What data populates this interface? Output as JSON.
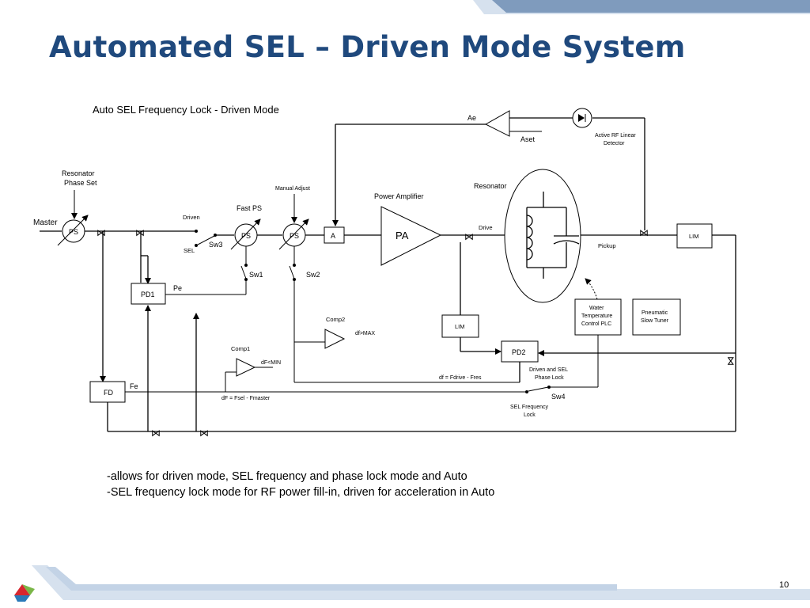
{
  "slide": {
    "title": "Automated SEL – Driven Mode System",
    "page_number": "10",
    "bullets": [
      "-allows for driven mode, SEL frequency and phase lock mode and Auto",
      "-SEL frequency lock mode for RF power fill-in, driven for acceleration in Auto"
    ]
  },
  "diagram": {
    "caption": "Auto SEL Frequency Lock - Driven Mode",
    "labels": {
      "resonator_phase_set": [
        "Resonator",
        "Phase Set"
      ],
      "master": "Master",
      "ps_master": "PS",
      "driven": "Driven",
      "sel": "SEL",
      "sw3": "Sw3",
      "fast_ps": "Fast PS",
      "ps_fast": "PS",
      "manual_adjust": "Manual Adjust",
      "ps_manual": "PS",
      "attenuator": "A",
      "power_amplifier": "Power Amplifier",
      "pa": "PA",
      "drive": "Drive",
      "resonator": "Resonator",
      "ae": "Ae",
      "aset": "Aset",
      "rf_detector": [
        "Active RF Linear",
        "Detector"
      ],
      "lim_top": "LIM",
      "pickup": "Pickup",
      "sw1": "Sw1",
      "sw2": "Sw2",
      "pd1": "PD1",
      "pe": "Pe",
      "comp2": "Comp2",
      "df_max": "df>MAX",
      "lim_mid": "LIM",
      "water_temp": [
        "Water",
        "Temperature",
        "Control PLC"
      ],
      "pneumatic": [
        "Pneumatic",
        "Slow Tuner"
      ],
      "comp1": "Comp1",
      "df_min": "dF<MIN",
      "pd2": "PD2",
      "driven_sel_phase": [
        "Driven and SEL",
        "Phase Lock"
      ],
      "df_fdrive": "df = Fdrive - Fres",
      "fd": "FD",
      "fe": "Fe",
      "df_fsel": "dF = Fsel - Fmaster",
      "sw4": "Sw4",
      "sel_freq_lock": [
        "SEL Frequency",
        "Lock"
      ]
    }
  },
  "colors": {
    "title": "#1f497d",
    "banner_dark": "#7f9bbd",
    "banner_light": "#d6e1ee",
    "logo_red": "#d7272f",
    "logo_green": "#7ab648",
    "logo_blue": "#2a7ab9"
  }
}
